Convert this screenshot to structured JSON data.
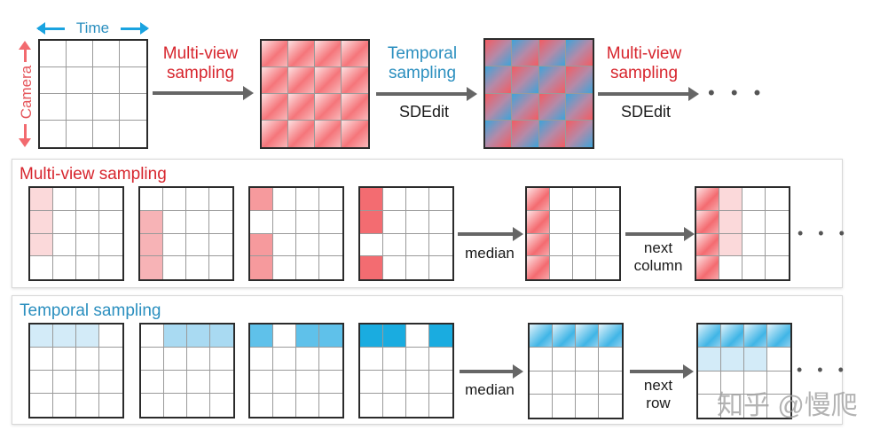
{
  "top": {
    "axis_time": "Time",
    "axis_camera": "Camera",
    "step1": {
      "label_line1": "Multi-view",
      "label_line2": "sampling",
      "sub": ""
    },
    "step2": {
      "label_line1": "Temporal",
      "label_line2": "sampling",
      "sub": "SDEdit"
    },
    "step3": {
      "label_line1": "Multi-view",
      "label_line2": "sampling",
      "sub": "SDEdit"
    },
    "ellipsis": "• • •"
  },
  "multiview_panel": {
    "title": "Multi-view sampling",
    "median_label": "median",
    "next_label_line1": "next",
    "next_label_line2": "column",
    "ellipsis": "• • •"
  },
  "temporal_panel": {
    "title": "Temporal sampling",
    "median_label": "median",
    "next_label_line1": "next",
    "next_label_line2": "row",
    "ellipsis": "• • •"
  },
  "watermark": "知乎 @慢爬",
  "colors": {
    "multiview_red": "#d7262e",
    "temporal_blue": "#2b8fbf",
    "red_light": "#fbd9da",
    "red_mid": "#f7b3b6",
    "red_strong": "#f69a9d",
    "red_full": "#f36c71",
    "blue_light": "#d3ebf8",
    "blue_mid": "#a9daf2",
    "blue_strong": "#5fc1ea",
    "blue_full": "#1aace0"
  }
}
